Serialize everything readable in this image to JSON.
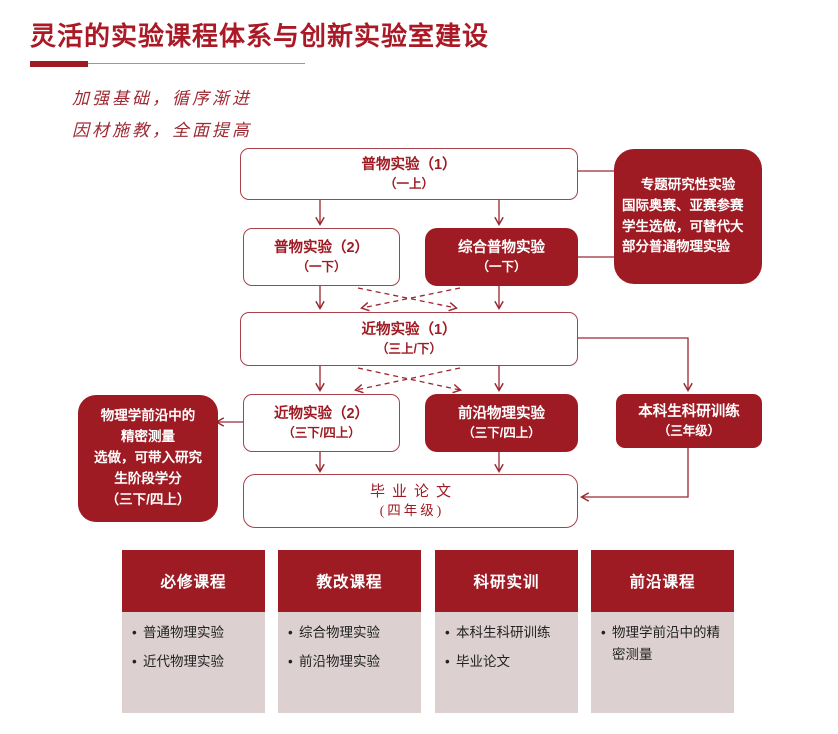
{
  "slide": {
    "title": "灵活的实验课程体系与创新实验室建设",
    "slogan_line1": "加强基础，循序渐进",
    "slogan_line2": "因材施教，全面提高"
  },
  "colors": {
    "primary_red": "#9E1B23",
    "title_red": "#AA1A26",
    "outline_border": "#A8414C",
    "connector": "#9C2730",
    "category_body_bg": "#DCD0D1"
  },
  "flow": {
    "pw1": {
      "title": "普物实验（1）",
      "subtitle": "（一上）"
    },
    "pw2": {
      "title": "普物实验（2）",
      "subtitle": "（一下）"
    },
    "zonghe": {
      "title": "综合普物实验",
      "subtitle": "（一下）"
    },
    "jw1": {
      "title": "近物实验（1）",
      "subtitle": "（三上/下）"
    },
    "jw2": {
      "title": "近物实验（2）",
      "subtitle": "（三下/四上）"
    },
    "qianyan": {
      "title": "前沿物理实验",
      "subtitle": "（三下/四上）"
    },
    "keyan": {
      "title": "本科生科研训练",
      "subtitle": "（三年级）"
    },
    "biye": {
      "title": "毕业论文",
      "subtitle": "(四年级)"
    },
    "topic": {
      "l1": "专题研究性实验",
      "l2": "国际奥赛、亚赛参赛",
      "l3": "学生选做，可替代大",
      "l4": "部分普通物理实验"
    },
    "jingmi": {
      "l1": "物理学前沿中的",
      "l2": "精密测量",
      "l3": "选做，可带入研究",
      "l4": "生阶段学分",
      "l5": "（三下/四上）"
    }
  },
  "categories": [
    {
      "header": "必修课程",
      "items": [
        "普通物理实验",
        "近代物理实验"
      ]
    },
    {
      "header": "教改课程",
      "items": [
        "综合物理实验",
        "前沿物理实验"
      ]
    },
    {
      "header": "科研实训",
      "items": [
        "本科生科研训练",
        "毕业论文"
      ]
    },
    {
      "header": "前沿课程",
      "items": [
        "物理学前沿中的精密测量"
      ]
    }
  ]
}
